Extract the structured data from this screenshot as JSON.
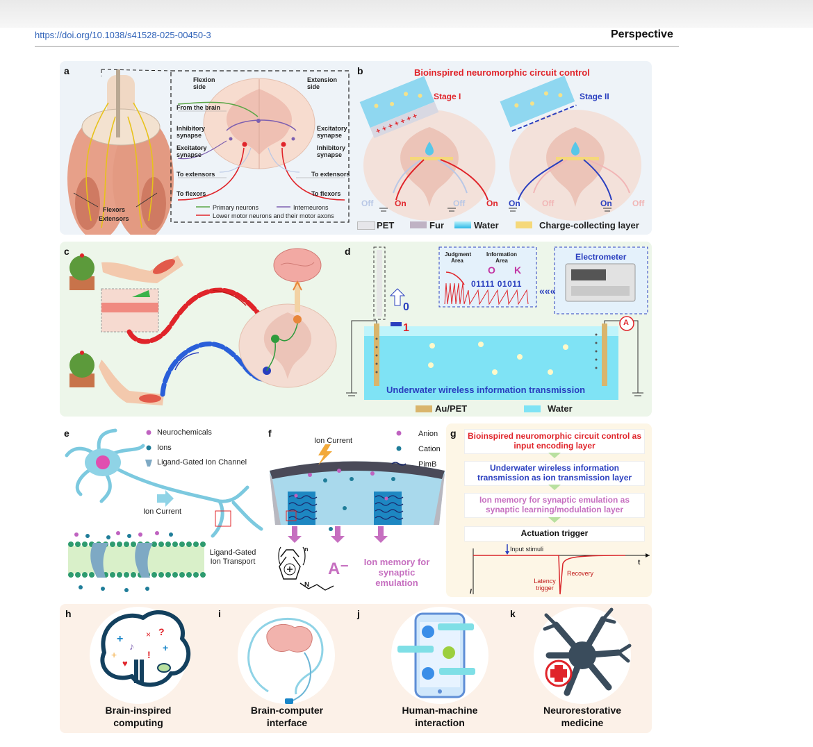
{
  "header": {
    "doi": "https://doi.org/10.1038/s41528-025-00450-3",
    "section": "Perspective"
  },
  "panel_a": {
    "label": "a",
    "flexion_side": "Flexion side",
    "extension_side": "Extension side",
    "from_the_brain": "From the brain",
    "inhibitory_left": "Inhibitory synapse",
    "excitatory_left": "Excitatory synapse",
    "excitatory_right": "Excitatory synapse",
    "inhibitory_right": "Inhibitory synapse",
    "to_extensors_left": "To extensors",
    "to_extensors_right": "To extensors",
    "to_flexors_left": "To flexors",
    "to_flexors_right": "To flexors",
    "flexors": "Flexors",
    "extensors": "Extensors",
    "legend_primary": "Primary neurons",
    "legend_interneurons": "Interneurons",
    "legend_lower": "Lower motor neurons and their motor axons"
  },
  "panel_b": {
    "label": "b",
    "title": "Bioinspired neuromorphic circuit control",
    "stage1": "Stage I",
    "stage2": "Stage II",
    "off": "Off",
    "on": "On",
    "legend_pet": "PET",
    "legend_fur": "Fur",
    "legend_water": "Water",
    "legend_ccl": "Charge-collecting layer"
  },
  "panel_c": {
    "label": "c"
  },
  "panel_d": {
    "label": "d",
    "judgment_area": "Judgment Area",
    "information_area": "Information Area",
    "letter_o": "O",
    "letter_k": "K",
    "bits": "01111 01011",
    "electrometer": "Electrometer",
    "bit_zero": "0",
    "bit_one": "1",
    "ammeter": "A",
    "title": "Underwater wireless information transmission",
    "legend_aupet": "Au/PET",
    "legend_water": "Water"
  },
  "panel_e": {
    "label": "e",
    "neurochemicals": "Neurochemicals",
    "ions": "Ions",
    "ligand_channel": "Ligand-Gated Ion Channel",
    "ion_current": "Ion Current",
    "ligand_transport": "Ligand-Gated Ion Transport"
  },
  "panel_f": {
    "label": "f",
    "ion_current": "Ion Current",
    "anion": "Anion",
    "cation": "Cation",
    "pimb": "PimB",
    "anion_symbol": "A⁻",
    "n": "n",
    "nitrogen": "N",
    "ion_memory": "Ion memory for synaptic emulation"
  },
  "panel_g": {
    "label": "g",
    "box1": "Bioinspired neuromorphic circuit control as input encoding layer",
    "box2": "Underwater wireless information transmission as ion transmission layer",
    "box3": "Ion memory for synaptic emulation as synaptic learning/modulation layer",
    "box4": "Actuation trigger",
    "input_stimuli": "Input stimuli",
    "recovery": "Recovery",
    "latency_trigger": "Latency trigger",
    "t_axis": "t",
    "i_axis": "I"
  },
  "panel_h": {
    "label": "h",
    "caption": "Brain-inspired computing"
  },
  "panel_i": {
    "label": "i",
    "caption": "Brain-computer interface"
  },
  "panel_j": {
    "label": "j",
    "caption": "Human-machine interaction"
  },
  "panel_k": {
    "label": "k",
    "caption": "Neurorestorative medicine"
  },
  "colors": {
    "red": "#e0242a",
    "blue": "#2a3fbf",
    "water": "#7fe3f5",
    "charge_layer": "#f5d87a",
    "pink": "#c66fc0"
  }
}
